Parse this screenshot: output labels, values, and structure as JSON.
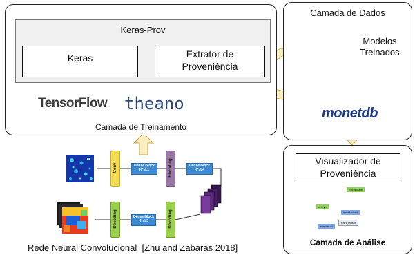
{
  "training_layer": {
    "keras_prov_title": "Keras-Prov",
    "keras_label": "Keras",
    "extractor_line1": "Extrator de",
    "extractor_line2": "Proveniência",
    "tensorflow_label": "TensorFlow",
    "theano_label": "theano",
    "caption": "Camada de Treinamento"
  },
  "data_layer": {
    "title": "Camada de Dados",
    "models_line1": "Modelos",
    "models_line2": "Treinados",
    "db_label": "monetdb"
  },
  "analysis_layer": {
    "viz_line1": "Visualizador de",
    "viz_line2": "Proveniência",
    "caption": "Camada de Análise",
    "graph_nodes": [
      "extrapolate",
      "entityn",
      "transformed",
      "adaptation",
      "train_tensor"
    ]
  },
  "cnn": {
    "conv_label": "Conv",
    "dense_block_top_line1": "Dense Block",
    "dense_block_top_line2": "K*sL1",
    "encoding_label": "Encoding",
    "dense_block_right_line1": "Dense Block",
    "dense_block_right_line2": "K*sL4",
    "decoding_label_right": "Decoding",
    "dense_block_bottom_line1": "Dense Block",
    "dense_block_bottom_line2": "K*sL3",
    "decoding_label_left": "Decoding",
    "caption": "Rede Neural Convolucional  [Zhu and Zabaras 2018]"
  },
  "colors": {
    "arrow_fill": "#fbeec1",
    "arrow_stroke": "#c9a84a",
    "panel_gray": "#f0f0f0",
    "conv_yellow": "#f5dc52",
    "encoding_purple": "#9a78a6",
    "decoding_green": "#9bd04e",
    "dense_blue": "#3a8ad6",
    "tensorflow_orange": "#f58a1f",
    "monetdb_blue": "#1b3b8a",
    "theano_blue": "#2e4a7a"
  }
}
